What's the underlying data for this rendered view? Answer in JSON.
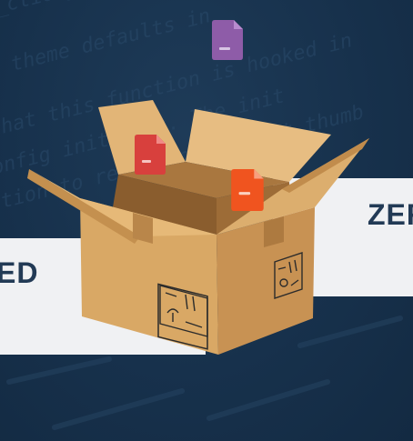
{
  "background": {
    "color": "#17314c",
    "code_lines": [
      "_ction_",
      "theme defaults in",
      "that this function is hooked in",
      "config init hook. The init",
      "ation to register for post thumb"
    ]
  },
  "banners": {
    "left": {
      "text": "ED",
      "color": "#223a55"
    },
    "right": {
      "text": "ZER",
      "color": "#223a55"
    }
  },
  "files": [
    {
      "name": "purple-file-icon",
      "color": "#8e5ca8"
    },
    {
      "name": "red-file-icon",
      "color": "#d8403d"
    },
    {
      "name": "orange-file-icon",
      "color": "#f0541f"
    }
  ],
  "box": {
    "color": "#d9a865"
  }
}
